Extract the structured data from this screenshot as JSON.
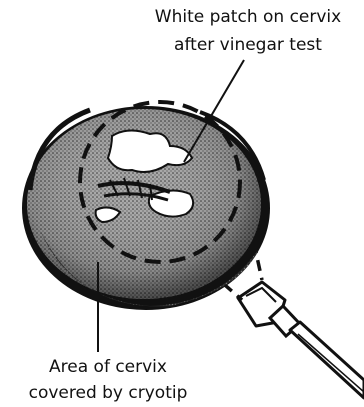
{
  "labels": {
    "top": [
      "White patch on cervix",
      "after vinegar test"
    ],
    "bottom": [
      "Area of cervix",
      "covered by cryotip"
    ]
  },
  "colors": {
    "ink": "#111111",
    "cervix_fill": "#8a8a8a",
    "patch": "#ffffff"
  }
}
